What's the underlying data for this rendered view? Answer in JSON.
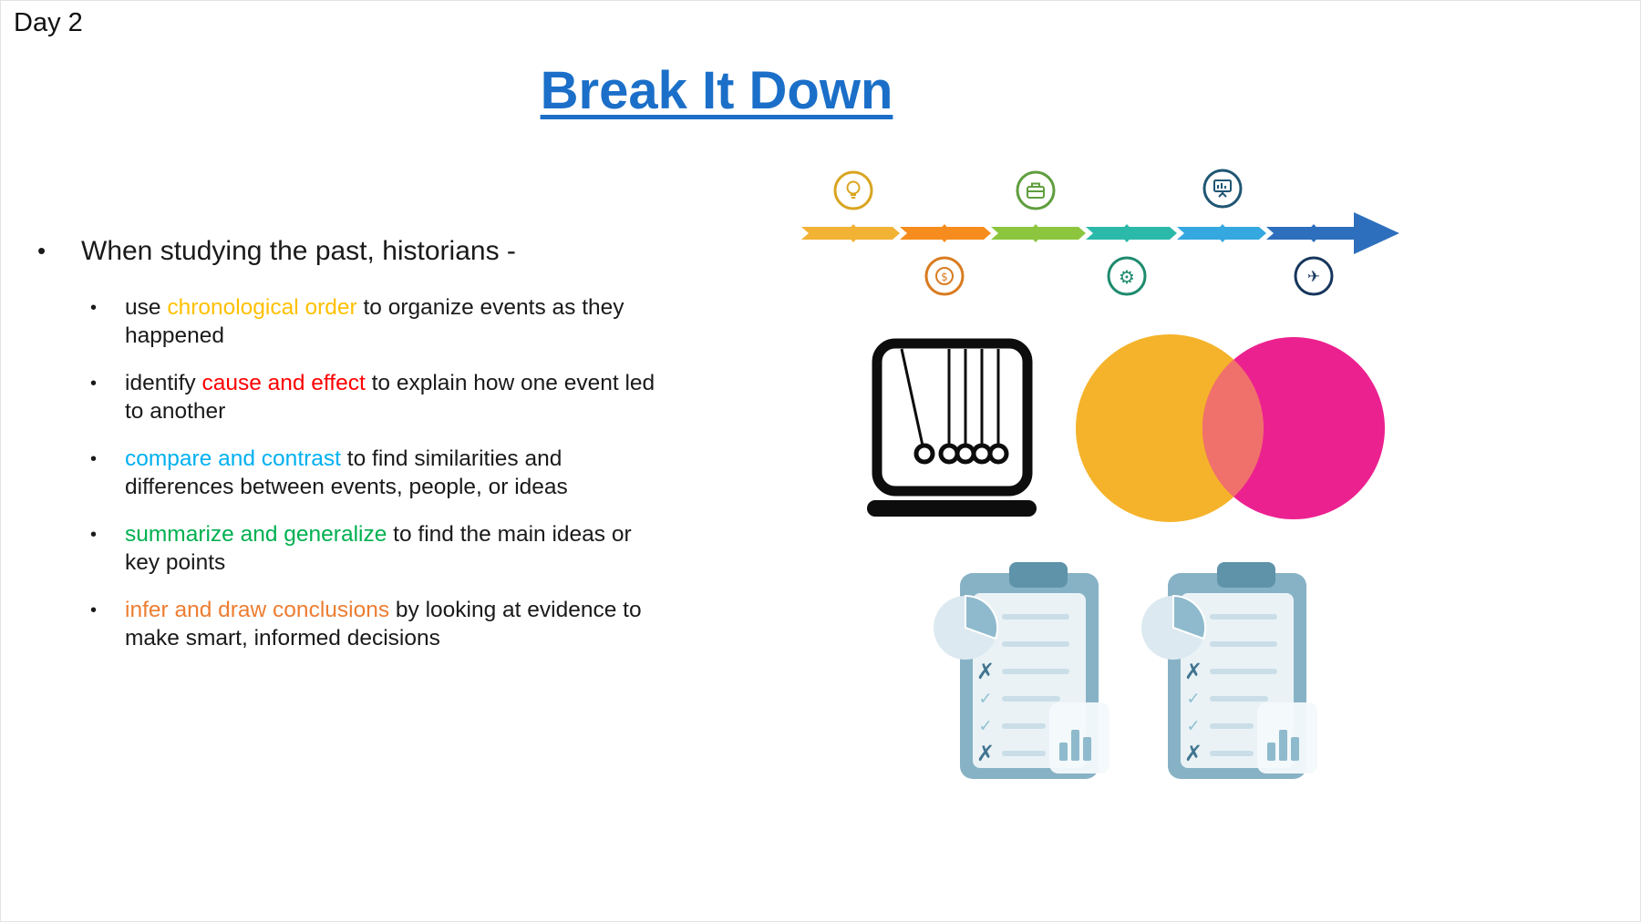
{
  "slide": {
    "day_label": "Day 2",
    "title": "Break It Down",
    "title_color": "#1B6FC8"
  },
  "content": {
    "main_bullet": "When studying the past, historians -",
    "bullets": [
      {
        "prefix": "use ",
        "highlight": "chronological order",
        "suffix": " to organize events as they happened",
        "highlight_color": "#FFC000"
      },
      {
        "prefix": "identify ",
        "highlight": "cause and effect",
        "suffix": " to explain how one event led to another",
        "highlight_color": "#FF0000"
      },
      {
        "prefix": "",
        "highlight": "compare and contrast",
        "suffix": " to find similarities and differences between events, people, or ideas",
        "highlight_color": "#00B0F0"
      },
      {
        "prefix": "",
        "highlight": "summarize and generalize",
        "suffix": " to find the main ideas or key points",
        "highlight_color": "#00B050"
      },
      {
        "prefix": "",
        "highlight": "infer and draw conclusions",
        "suffix": " by looking at evidence to make smart, informed decisions",
        "highlight_color": "#ED7D31"
      }
    ]
  },
  "graphics": {
    "timeline": {
      "segment_colors": [
        "#F2B234",
        "#F68C1E",
        "#8CC63E",
        "#2BB9A9",
        "#35A8E0",
        "#2D6FBC"
      ],
      "milestone_rings_top": [
        "#D9A521",
        "#5F9E3E",
        "#1F5673"
      ],
      "milestone_rings_bottom": [
        "#D97C21",
        "#1E8A6E",
        "#16365C"
      ],
      "top_icons": [
        "lightbulb",
        "briefcase",
        "presentation-chart"
      ],
      "bottom_icons": [
        "dollar-coin",
        "gear",
        "airplane"
      ],
      "dollar_glyph": "$",
      "gear_glyph": "⚙",
      "plane_glyph": "✈"
    },
    "venn": {
      "left_color": "#F5B32B",
      "right_color": "#EC2190",
      "overlap_color": "#F0716C"
    },
    "newtons_cradle": {
      "stroke_color": "#0D0D0D"
    },
    "clipboards": {
      "count": 2,
      "board_color": "#87B2C5",
      "clip_color": "#5E93AA",
      "paper_color": "#EAF2F6",
      "line_color": "#CADEE8",
      "check_color": "#8FBFD2",
      "x_color": "#41758F",
      "chart_color": "#8FBACD",
      "pie_base": "#DCE9F0",
      "check_glyph": "✓",
      "x_glyph": "✗"
    }
  }
}
